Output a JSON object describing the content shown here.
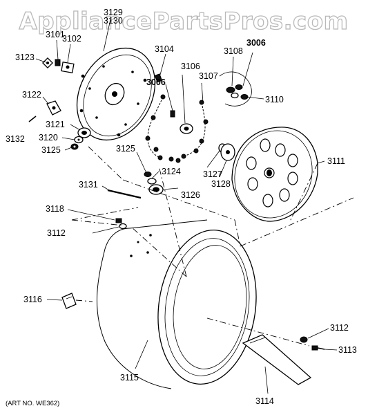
{
  "watermark": "AppliancePartsPros.com",
  "art_number": "(ART NO. WE362)",
  "labels": {
    "p3129": "3129",
    "p3130": "3130",
    "p3101": "3101",
    "p3102": "3102",
    "p3123": "3123",
    "p3104": "3104",
    "p3108": "3108",
    "p3006a": "3006",
    "p3006b": "3006",
    "p3106": "3106",
    "p3107": "3107",
    "p3110": "3110",
    "p3122": "3122",
    "p3132": "3132",
    "p3121": "3121",
    "p3120": "3120",
    "p3125a": "3125",
    "p3125b": "3125",
    "p3124": "3124",
    "p3127": "3127",
    "p3128": "3128",
    "p3111": "3111",
    "p3131": "3131",
    "p3126": "3126",
    "p3118": "3118",
    "p3112a": "3112",
    "p3112b": "3112",
    "p3116": "3116",
    "p3113": "3113",
    "p3115": "3115",
    "p3114": "3114"
  }
}
